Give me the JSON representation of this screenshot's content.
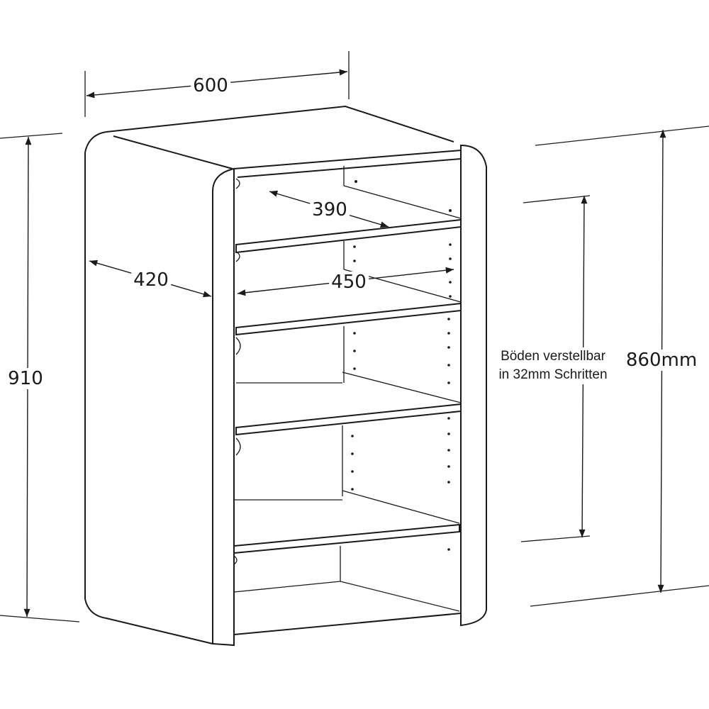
{
  "dimensions": {
    "width_total": "600",
    "shelf_depth": "390",
    "side_depth": "420",
    "inner_width": "450",
    "height_total": "910",
    "adjustable_range": "860mm"
  },
  "note": {
    "line1": "Böden verstellbar",
    "line2": "in 32mm Schritten"
  },
  "colors": {
    "line": "#1a1a1a",
    "background": "#ffffff"
  }
}
